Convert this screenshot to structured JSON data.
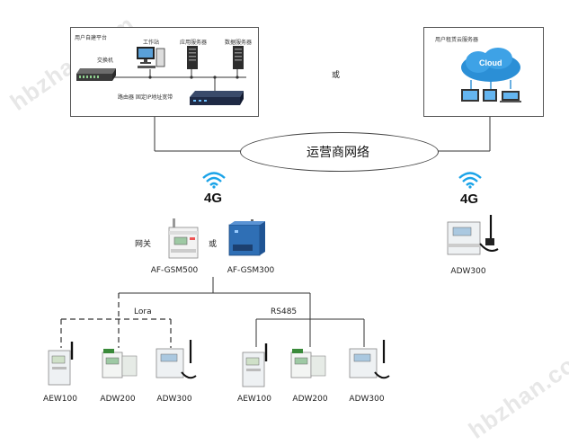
{
  "left_box": {
    "title": "用户自建平台",
    "switch_label": "交换机",
    "workstation_label": "工作站",
    "app_server_label": "应用服务器",
    "db_server_label": "数据服务器",
    "router_label": "路由器 固定IP地址宽带"
  },
  "or_top": "或",
  "right_box": {
    "title": "用户租赁云服务器",
    "cloud_text": "Cloud"
  },
  "operator_network": "运营商网络",
  "signal_left": "4G",
  "signal_right": "4G",
  "gateway_label": "网关",
  "or_middle": "或",
  "gateway1_label": "AF-GSM500",
  "gateway2_label": "AF-GSM300",
  "adw300_right_label": "ADW300",
  "lora_label": "Lora",
  "rs485_label": "RS485",
  "devices_left": [
    "AEW100",
    "ADW200",
    "ADW300"
  ],
  "devices_right": [
    "AEW100",
    "ADW200",
    "ADW300"
  ],
  "watermark": "hbzhan.com",
  "colors": {
    "signal_blue": "#1aa3e8",
    "cloud_blue": "#2b8fd6",
    "device_blue": "#2f6fb5"
  }
}
